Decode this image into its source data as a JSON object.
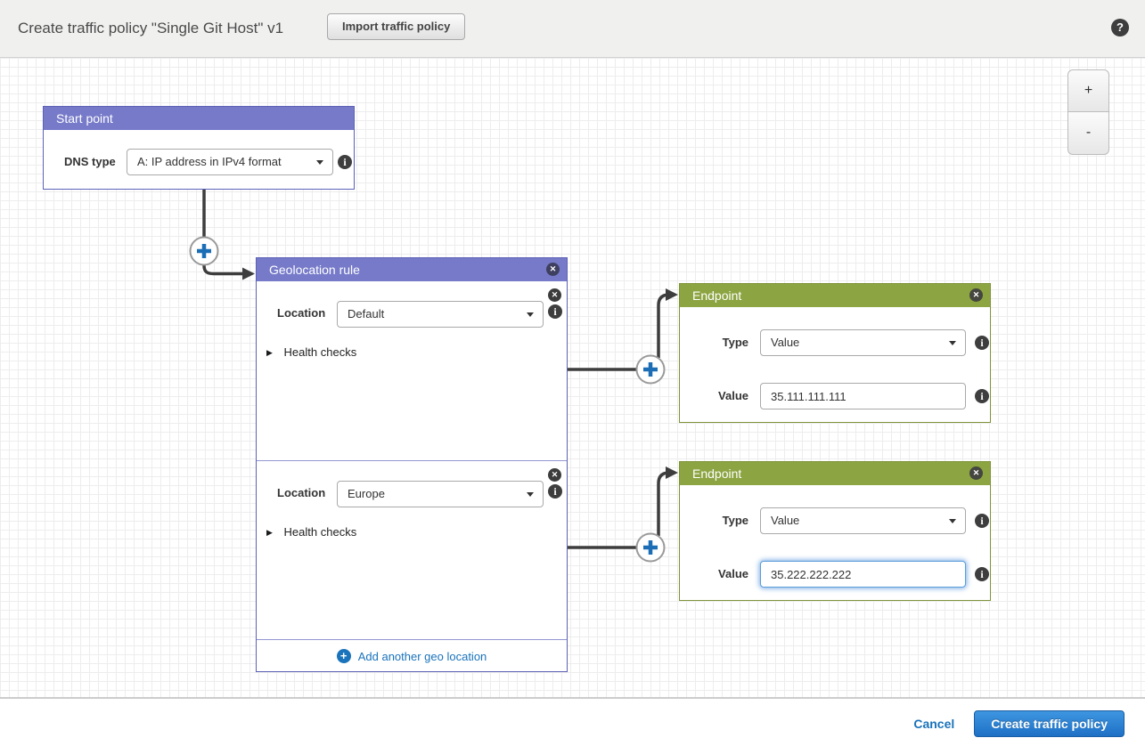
{
  "header": {
    "title": "Create traffic policy \"Single Git Host\" v1",
    "import_button": "Import traffic policy",
    "help_glyph": "?"
  },
  "zoom_controls": {
    "zoom_in": "+",
    "zoom_out": "-"
  },
  "icons": {
    "close": "✕",
    "info": "i",
    "plus": "+",
    "expander": "▶"
  },
  "start_point": {
    "title": "Start point",
    "dns_type_label": "DNS type",
    "dns_type_value": "A: IP address in IPv4 format"
  },
  "geolocation_rule": {
    "title": "Geolocation rule",
    "sections": [
      {
        "location_label": "Location",
        "location_value": "Default",
        "health_checks_label": "Health checks"
      },
      {
        "location_label": "Location",
        "location_value": "Europe",
        "health_checks_label": "Health checks"
      }
    ],
    "add_link": "Add another geo location"
  },
  "endpoints": [
    {
      "title": "Endpoint",
      "type_label": "Type",
      "type_value": "Value",
      "value_label": "Value",
      "value": "35.111.111.111",
      "focused": false
    },
    {
      "title": "Endpoint",
      "type_label": "Type",
      "type_value": "Value",
      "value_label": "Value",
      "value": "35.222.222.222",
      "focused": true
    }
  ],
  "footer": {
    "cancel": "Cancel",
    "create": "Create traffic policy"
  },
  "colors": {
    "rule_header": "#767ac9",
    "endpoint_header": "#8ca441",
    "link_blue": "#1a73bb",
    "primary_button": "#2a7fd0",
    "connector": "#3d3d3d"
  }
}
